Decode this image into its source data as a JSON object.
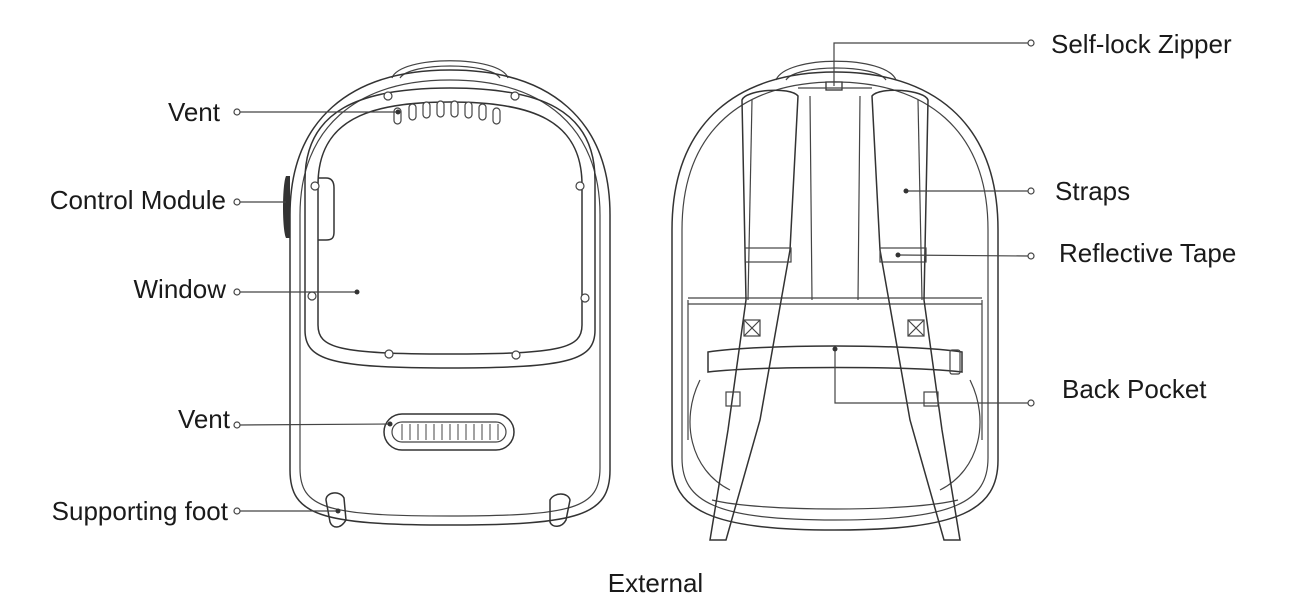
{
  "labels": {
    "vent_top": "Vent",
    "control_module": "Control Module",
    "window": "Window",
    "vent_bottom": "Vent",
    "supporting_foot": "Supporting foot",
    "self_lock_zipper": "Self-lock Zipper",
    "straps": "Straps",
    "reflective_tape": "Reflective Tape",
    "back_pocket": "Back Pocket"
  },
  "caption": "External"
}
